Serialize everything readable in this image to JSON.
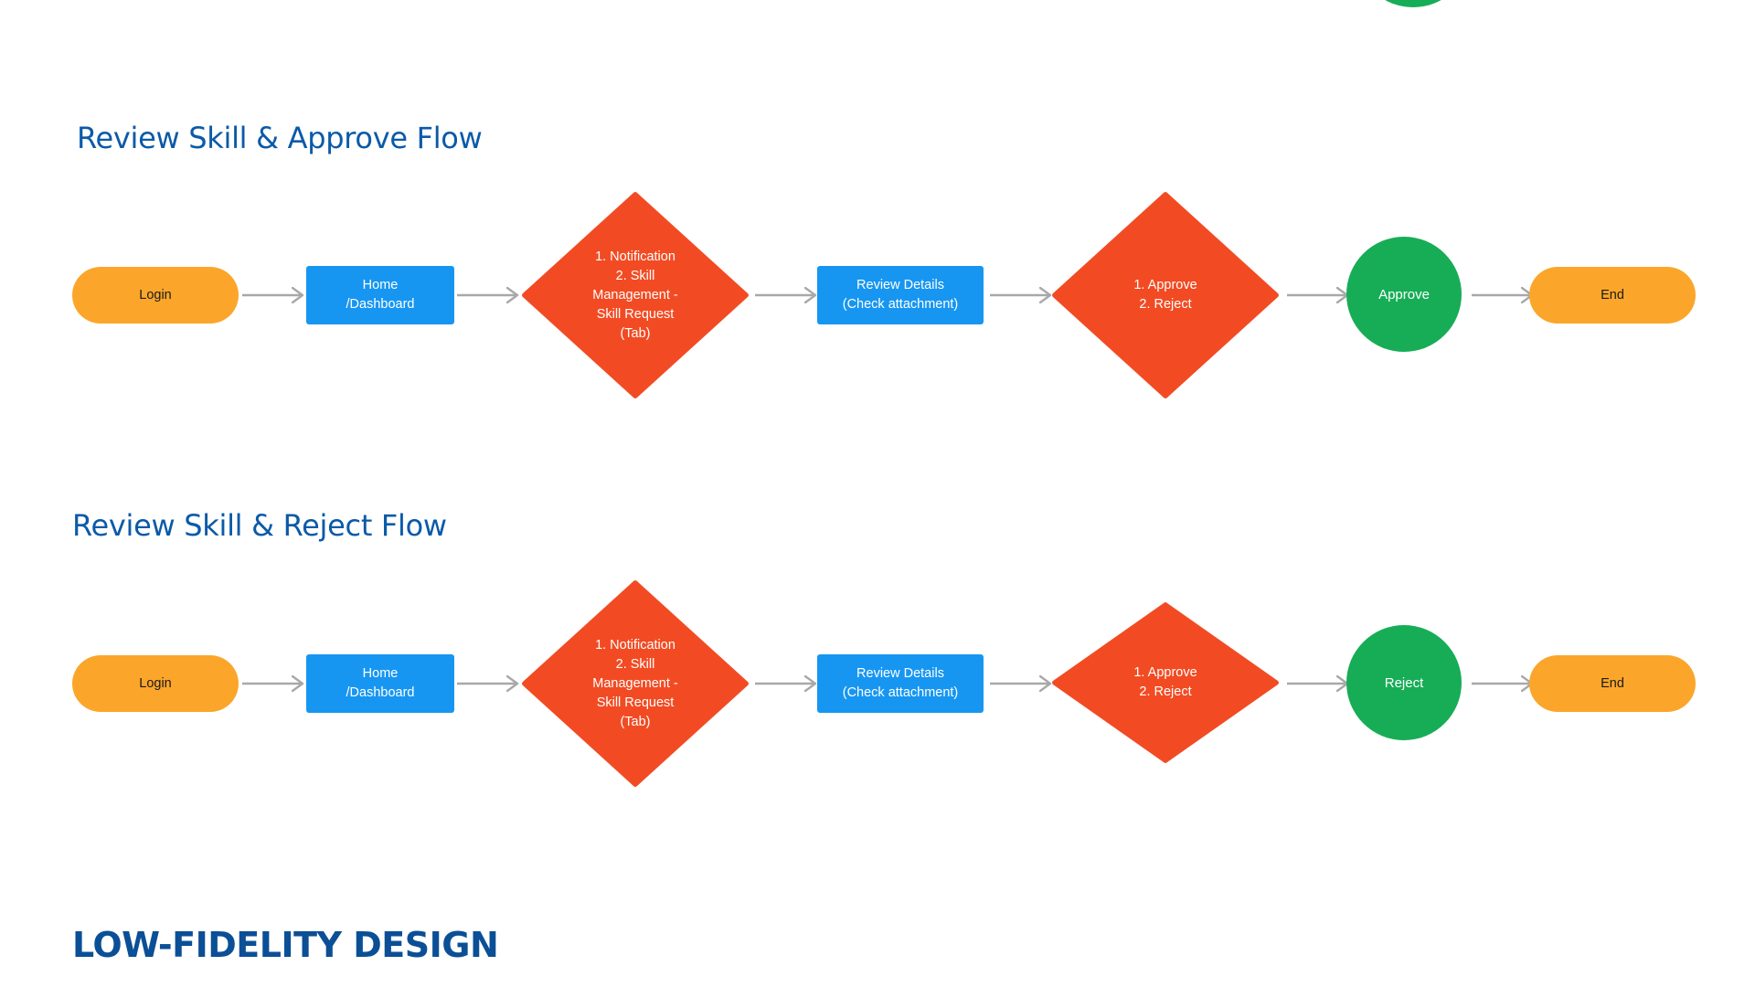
{
  "colors": {
    "title": "#0b5aa8",
    "terminal": "#fba62a",
    "process": "#1796f1",
    "decision": "#f24b23",
    "outcome": "#17ad56",
    "connector": "#a8a8a8"
  },
  "approve_flow": {
    "title": "Review Skill & Approve Flow",
    "start": "Login",
    "home": "Home\n/Dashboard",
    "decision1": "1. Notification\n2. Skill\nManagement -\nSkill Request\n(Tab)",
    "review": "Review Details\n(Check attachment)",
    "decision2": "1. Approve\n2. Reject",
    "outcome": "Approve",
    "end": "End"
  },
  "reject_flow": {
    "title": "Review Skill & Reject Flow",
    "start": "Login",
    "home": "Home\n/Dashboard",
    "decision1": "1. Notification\n2. Skill\nManagement -\nSkill Request\n(Tab)",
    "review": "Review Details\n(Check attachment)",
    "decision2": "1. Approve\n2. Reject",
    "outcome": "Reject",
    "end": "End"
  },
  "section_heading": "LOW-FIDELITY DESIGN"
}
